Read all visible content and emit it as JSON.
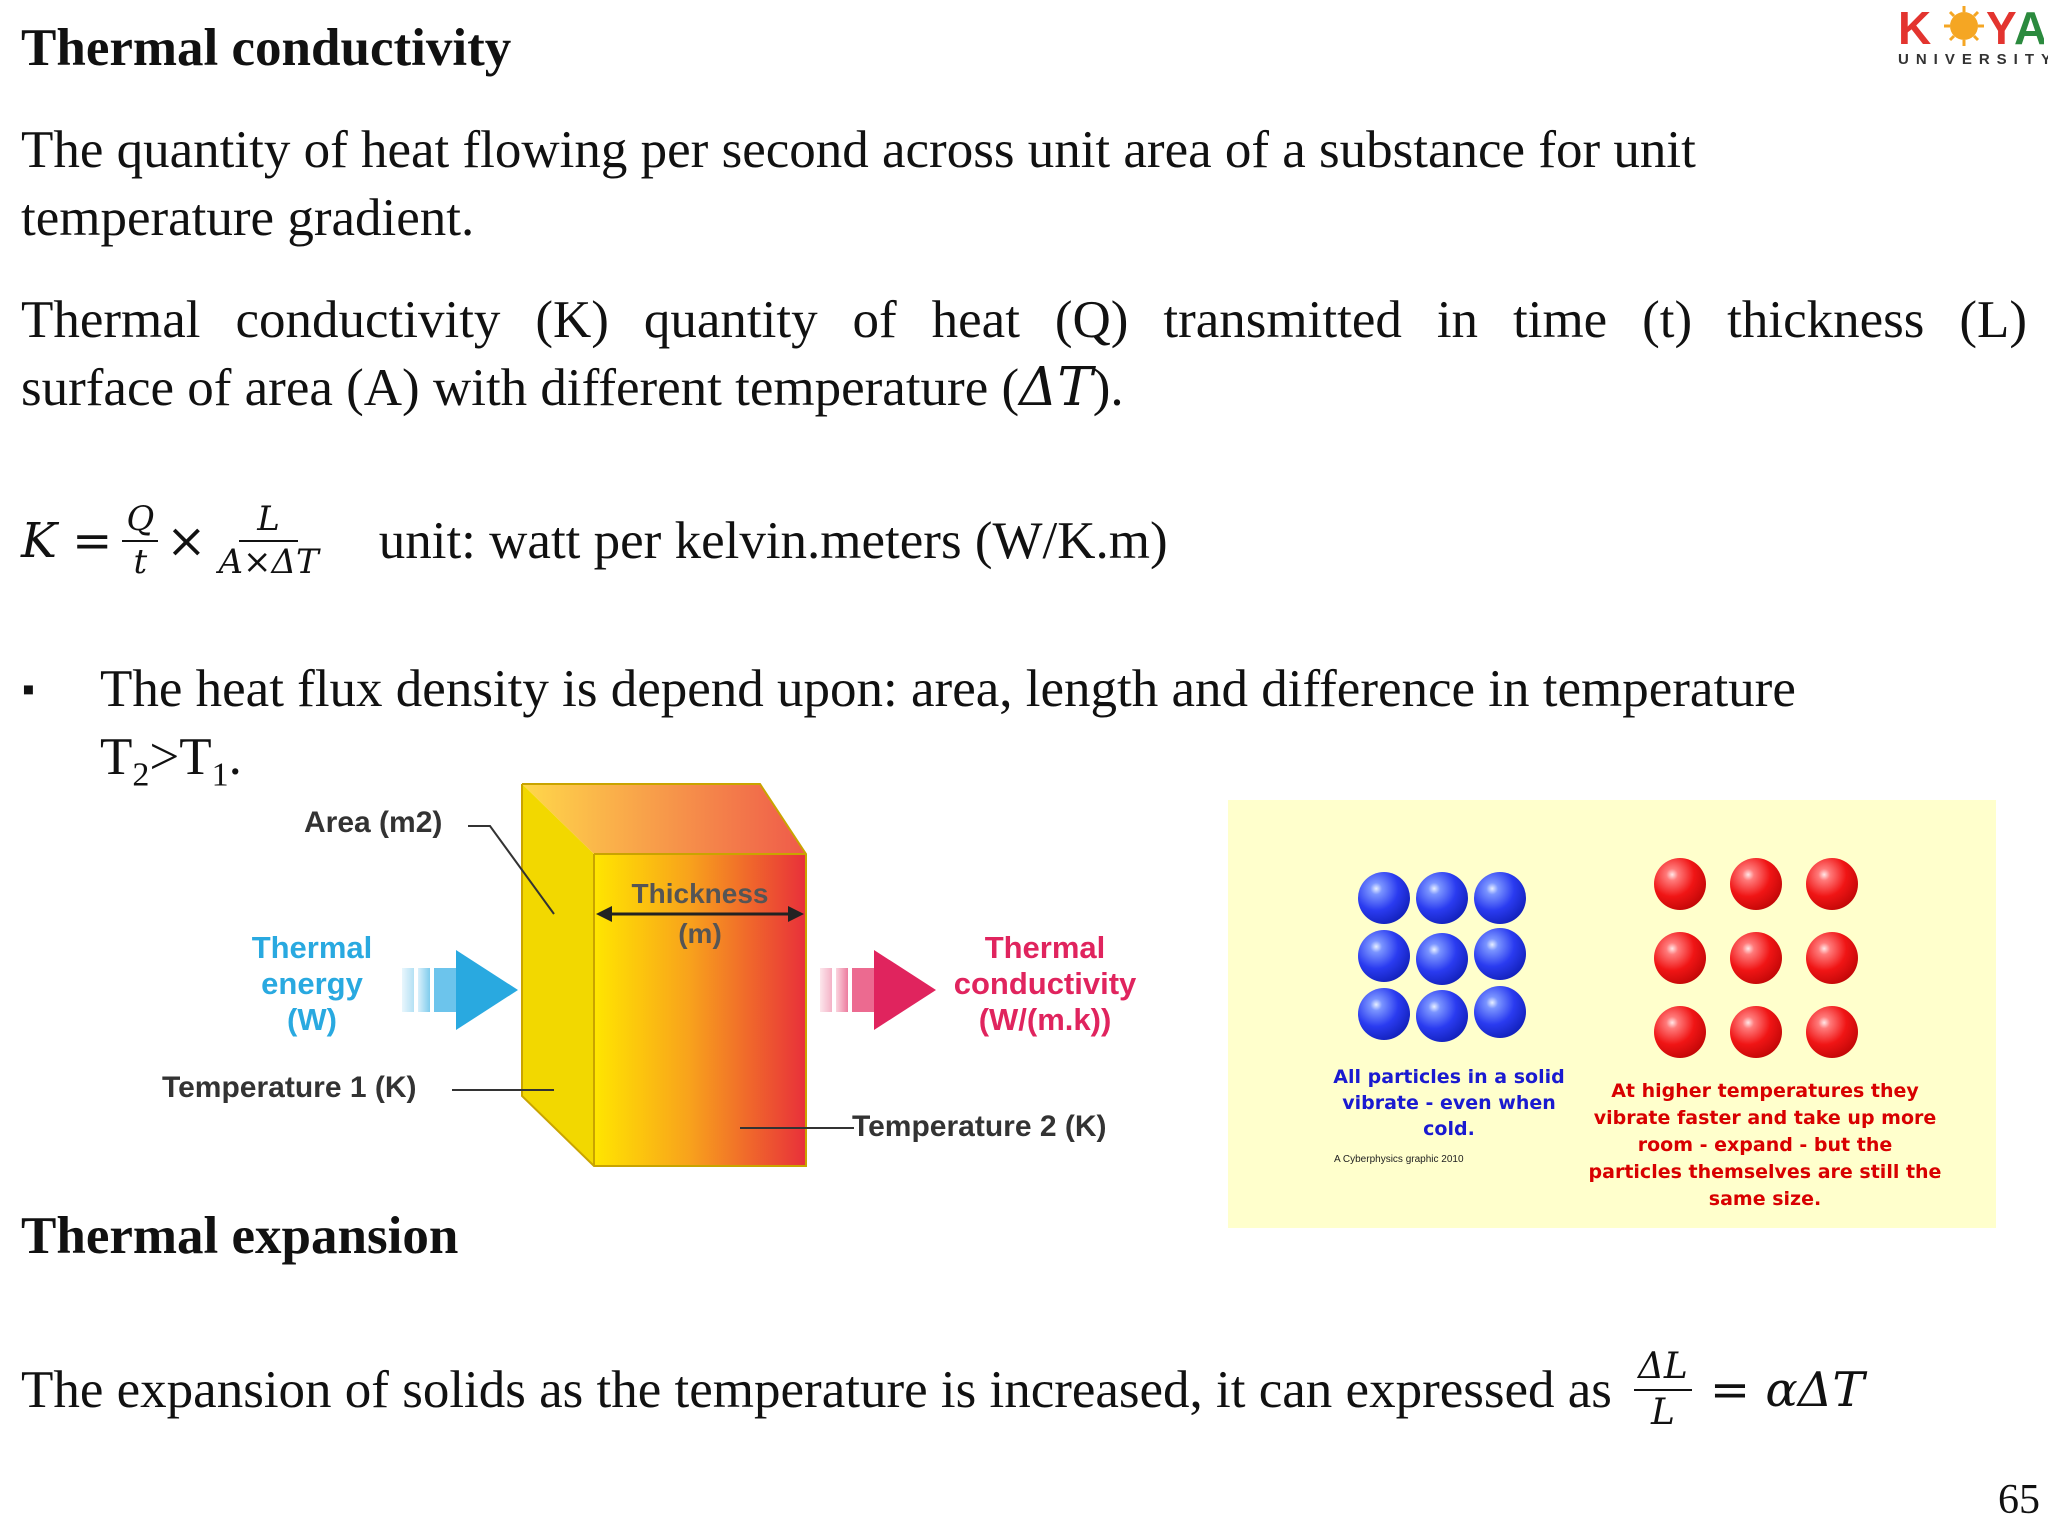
{
  "logo": {
    "text": "KOYA",
    "subtitle": "UNIVERSITY",
    "brand_color": "#e3342f",
    "accent_color": "#f5a623"
  },
  "section1": {
    "title": "Thermal conductivity",
    "definition_line1": "The quantity of heat flowing per second across unit area of a substance for unit",
    "definition_line2": "temperature gradient.",
    "description_line1": "Thermal conductivity (K) quantity of heat (Q) transmitted in time (t) thickness (L)",
    "description_line2_prefix": "surface of area (A) with different temperature (",
    "description_line2_math": "ΔT",
    "description_line2_suffix": ")."
  },
  "formula": {
    "lhs": "K =",
    "frac1_num": "Q",
    "frac1_den": "t",
    "times": "×",
    "frac2_num": "L",
    "frac2_den": "A×ΔT",
    "unit_text": "unit: watt per kelvin.meters (W/K.m)"
  },
  "bullet": {
    "marker": "▪",
    "line1": "The heat flux density is depend upon: area, length and difference in temperature",
    "t2": "T",
    "t2_sub": "2",
    "gt": ">",
    "t1": "T",
    "t1_sub": "1",
    "period": "."
  },
  "block_diagram": {
    "area_label": "Area (m2)",
    "thickness_label": "Thickness",
    "thickness_unit": "(m)",
    "thermal_energy_line1": "Thermal",
    "thermal_energy_line2": "energy",
    "thermal_energy_line3": "(W)",
    "thermal_conductivity_line1": "Thermal",
    "thermal_conductivity_line2": "conductivity",
    "thermal_conductivity_line3": "(W/(m.k))",
    "temp1_label": "Temperature 1 (K)",
    "temp2_label": "Temperature 2 (K)",
    "blue_color": "#29a9e0",
    "pink_color": "#e0245e"
  },
  "particles_figure": {
    "background": "#ffffcc",
    "cold_caption_line1": "All particles in a solid",
    "cold_caption_line2": "vibrate - even when",
    "cold_caption_line3": "cold.",
    "credit": "A Cyberphysics graphic 2010",
    "hot_caption_line1": "At higher temperatures they",
    "hot_caption_line2": "vibrate faster and take up more",
    "hot_caption_line3": "room - expand - but the",
    "hot_caption_line4": "particles themselves are still the",
    "hot_caption_line5": "same size."
  },
  "section2": {
    "title": "Thermal expansion",
    "text": "The expansion of solids as the temperature is increased, it can expressed as",
    "frac_num": "ΔL",
    "frac_den": "L",
    "rhs": "= αΔT"
  },
  "page_number": "65"
}
